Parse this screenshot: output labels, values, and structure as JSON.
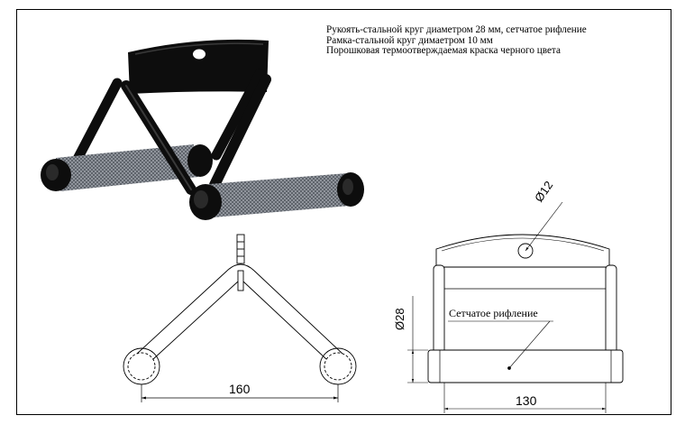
{
  "notes": [
    "Рукоять-стальной круг диаметром 28 мм, сетчатое рифление",
    "Рамка-стальной круг димаетром 10 мм",
    "Порошковая термоотверждаемая краска черного цвета"
  ],
  "dimensions": {
    "width_front": "160",
    "width_side": "130",
    "rod_diameter": "Ø12",
    "grip_diameter": "Ø28"
  },
  "callout": "Сетчатое рифление",
  "colors": {
    "ink": "#000000",
    "frame": "#0d0d0d",
    "knurl": "#7c7f86"
  }
}
